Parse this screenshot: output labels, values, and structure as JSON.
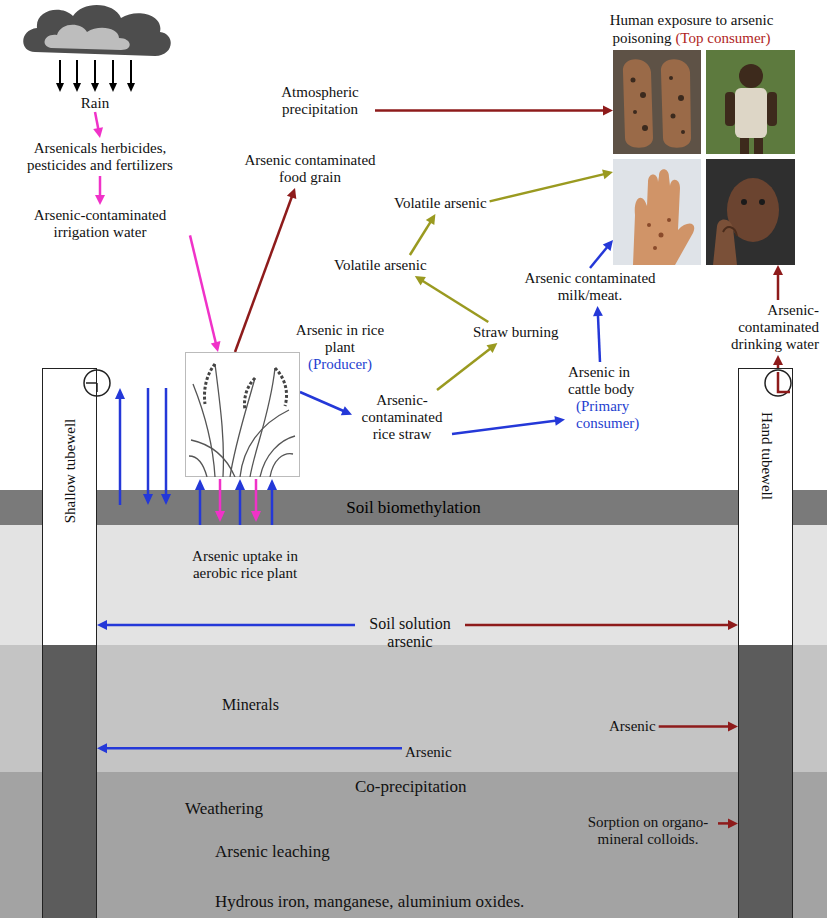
{
  "diagram": {
    "nodes": [
      {
        "text": [
          "Rain"
        ]
      },
      {
        "text": [
          "Human exposure to arsenic poisoning",
          "(Top consumer)"
        ]
      },
      {
        "text": [
          "Atmospheric precipitation"
        ]
      },
      {
        "text": [
          "Arsenicals herbicides, pesticides and fertilizers"
        ]
      },
      {
        "text": [
          "Arsenic contaminated food grain"
        ]
      },
      {
        "text": [
          "Volatile arsenic"
        ]
      },
      {
        "text": [
          "Arsenic-contaminated irrigation water"
        ]
      },
      {
        "text": [
          "Volatile arsenic"
        ]
      },
      {
        "text": [
          "Arsenic contaminated milk/meat."
        ]
      },
      {
        "text": [
          "Straw burning"
        ]
      },
      {
        "text": [
          "Arsenic in rice plant",
          "(Producer)"
        ]
      },
      {
        "text": [
          "Arsenic-contaminated drinking water"
        ]
      },
      {
        "text": [
          "Shallow tubewell"
        ]
      },
      {
        "text": [
          "Arsenic-contaminated rice straw"
        ]
      },
      {
        "text": [
          "Arsenic in cattle body",
          "(Primary consumer)"
        ]
      },
      {
        "text": [
          "Hand tubewell"
        ]
      },
      {
        "text": [
          "Soil biomethylation"
        ]
      },
      {
        "text": [
          "Soil solution arsenic"
        ]
      },
      {
        "text": [
          "Arsenic"
        ]
      },
      {
        "text": [
          "Arsenic"
        ]
      },
      {
        "text": [
          "Sorption on organo-mineral colloids."
        ]
      }
    ],
    "edges": [
      {
        "from": 0,
        "to": 3,
        "arrow": "to"
      },
      {
        "from": 3,
        "to": 6,
        "arrow": "to"
      },
      {
        "from": 6,
        "to": 10,
        "arrow": "to"
      },
      {
        "from": 10,
        "to": 4,
        "arrow": "to"
      },
      {
        "from": 2,
        "to": 1,
        "arrow": "to"
      },
      {
        "from": 10,
        "to": 13,
        "arrow": "to"
      },
      {
        "from": 13,
        "to": 9,
        "arrow": "to"
      },
      {
        "from": 9,
        "to": 7,
        "arrow": "to"
      },
      {
        "from": 7,
        "to": 5,
        "arrow": "to"
      },
      {
        "from": 5,
        "to": 1,
        "arrow": "to"
      },
      {
        "from": 13,
        "to": 14,
        "arrow": "to"
      },
      {
        "from": 14,
        "to": 8,
        "arrow": "to"
      },
      {
        "from": 8,
        "to": 1,
        "arrow": "to"
      },
      {
        "from": 15,
        "to": 11,
        "arrow": "to"
      },
      {
        "from": 11,
        "to": 1,
        "arrow": "to"
      },
      {
        "from": 17,
        "to": 12,
        "arrow": "to"
      },
      {
        "from": 17,
        "to": 15,
        "arrow": "to"
      },
      {
        "from": 18,
        "to": 12,
        "arrow": "to"
      },
      {
        "from": 19,
        "to": 15,
        "arrow": "to"
      },
      {
        "from": 20,
        "to": 15,
        "arrow": "to"
      }
    ],
    "labels": [
      "Arsenic uptake in aerobic rice plant",
      "Minerals",
      "Co-precipitation",
      "Weathering",
      "Arsenic leaching",
      "Hydrous iron, manganese, aluminium oxides."
    ]
  }
}
